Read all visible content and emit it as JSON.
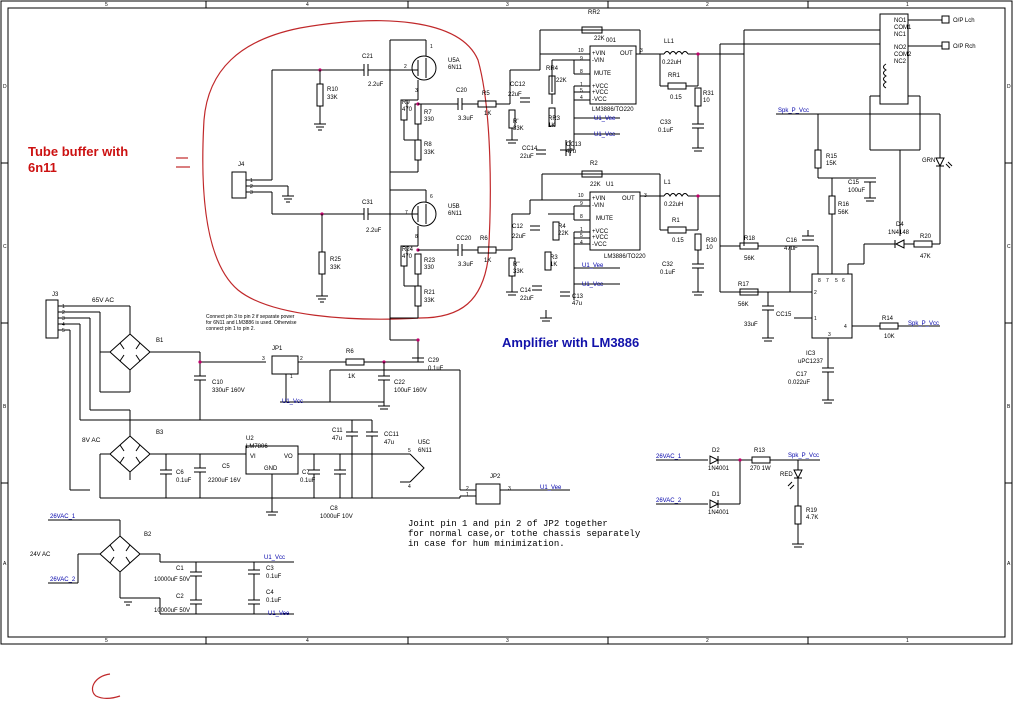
{
  "titles": {
    "tube_line1": "Tube buffer with",
    "tube_line2": "6n11",
    "amp": "Amplifier with LM3886"
  },
  "notes": {
    "pin_note_1": "Connect pin 3 to pin 2 if separate power",
    "pin_note_2": "for 6N11 and LM3886 is used. Otherwise",
    "pin_note_3": "connect pin 1 to pin 2.",
    "jp2_note_1": "Joint pin 1 and pin 2 of JP2 together",
    "jp2_note_2": "for normal case,or tothe chassis separately",
    "jp2_note_3": "in case for hum minimization."
  },
  "frame": {
    "col_labels": [
      "5",
      "4",
      "3",
      "2",
      "1"
    ],
    "row_labels": [
      "D",
      "C",
      "B",
      "A"
    ]
  },
  "components": {
    "J4": "J4",
    "J3": "J3",
    "C21": "C21",
    "C21v": "2.2uF",
    "R10": "R10",
    "R10v": "33K",
    "U5A": "U5A",
    "U5Av": "6N11",
    "R9": "R9",
    "R9v": "470",
    "R7": "R7",
    "R7v": "330",
    "C20": "C20",
    "C20v": "3.3uF",
    "R5": "R5",
    "R5v": "1K",
    "R8": "R8",
    "R8v": "33K",
    "C31": "C31",
    "C31v": "2.2uF",
    "R25": "R25",
    "R25v": "33K",
    "U5B": "U5B",
    "U5Bv": "6N11",
    "R24": "R24",
    "R24v": "470",
    "R23": "R23",
    "R23v": "330",
    "CC20": "CC20",
    "CC20v": "3.3uF",
    "R6b": "R6",
    "R6bv": "1K",
    "R21": "R21",
    "R21v": "33K",
    "RR2": "RR2",
    "RR2v": "22K",
    "U01": "001",
    "LM_top": "LM3886/TO220",
    "LM_bot": "LM3886/TO220",
    "CC12": "CC12",
    "CC12v": "22uF",
    "R_t": "R'",
    "R_tv": "33K",
    "RR4": "RR4",
    "RR4v": "22K",
    "RR3": "RR3",
    "RR3v": "1K",
    "CC13": "CC13",
    "CC13v": "47u",
    "CC14": "CC14",
    "CC14v": "22uF",
    "LL1": "LL1",
    "LL1v": "0.22uH",
    "RR1": "RR1",
    "RR1v": "0.15",
    "R31": "R31",
    "R31v": "10",
    "C33": "C33",
    "C33v": "0.1uF",
    "R2": "R2",
    "R2v": "22K",
    "U1": "U1",
    "C12": "C12",
    "C12v": "22uF",
    "R4": "R4",
    "R4v": "22K",
    "R_b": "R''",
    "R_bv": "33K",
    "R3": "R3",
    "R3v": "1K",
    "C14": "C14",
    "C14v": "22uF",
    "C13": "C13",
    "C13v": "47u",
    "L1": "L1",
    "L1v": "0.22uH",
    "R1": "R1",
    "R1v": "0.15",
    "R30": "R30",
    "R30v": "10",
    "C32": "C32",
    "C32v": "0.1uF",
    "B1": "B1",
    "B3": "B3",
    "B2": "B2",
    "JP1": "JP1",
    "JP2": "JP2",
    "R6": "R6",
    "R6v": "1K",
    "C29": "C29",
    "C29v": "0.1uF",
    "C22": "C22",
    "C22v": "100uF 160V",
    "C10": "C10",
    "C10v": "330uF 160V",
    "C11": "C11",
    "C11v": "47u",
    "CC11": "CC11",
    "CC11v": "47u",
    "U5C": "U5C",
    "U5Cv": "6N11",
    "U2": "U2",
    "U2v": "LM7806",
    "C6": "C6",
    "C6v": "0.1uF",
    "C5": "C5",
    "C5v": "2200uF 16V",
    "C7": "C7",
    "C7v": "0.1uF",
    "C8": "C8",
    "C8v": "1000uF 10V",
    "C1": "C1",
    "C1v": "10000uF 50V",
    "C2": "C2",
    "C2v": "10000uF 50V",
    "C3": "C3",
    "C3v": "0.1uF",
    "C4": "C4",
    "C4v": "0.1uF",
    "R15": "R15",
    "R15v": "15K",
    "C15": "C15",
    "C15v": "100uF",
    "R16": "R16",
    "R16v": "56K",
    "D4": "D4",
    "D4v": "1N4148",
    "R20": "R20",
    "R20v": "47K",
    "R18": "R18",
    "R18v": "56K",
    "C16": "C16",
    "C16v": "47uF",
    "R17": "R17",
    "R17v": "56K",
    "CC15": "CC15",
    "CC15v": "33uF",
    "R14": "R14",
    "R14v": "10K",
    "IC3": "IC3",
    "IC3v": "uPC1237",
    "C17": "C17",
    "C17v": "0.022uF",
    "GRN": "GRN",
    "RED": "RED",
    "D2": "D2",
    "D2v": "1N4001",
    "D1": "D1",
    "D1v": "1N4001",
    "R13": "R13",
    "R13v": "270 1W",
    "R19": "R19",
    "R19v": "4.7K",
    "LM_VI": "VI",
    "LM_VO": "VO",
    "LM_GND": "GND"
  },
  "nets": {
    "u1_vcc": "U1_Vcc",
    "u1_vee": "U1_Vee",
    "spk_vcc": "Spk_P_Vcc",
    "vac_1": "26VAC_1",
    "vac_2": "26VAC_2",
    "v65": "65V AC",
    "v8": "8V AC",
    "v24": "24V AC",
    "op_lch": "O/P Lch",
    "op_rch": "O/P Rch"
  },
  "opamp_pins": {
    "vin_p": "+VIN",
    "vin_m": "-VIN",
    "mute": "MUTE",
    "vcc": "+VCC",
    "vee": "-VCC",
    "out": "OUT"
  },
  "relay_pins": {
    "no1": "NO1",
    "com1": "COM1",
    "nc1": "NC1",
    "no2": "NO2",
    "com2": "COM2",
    "nc2": "NC2"
  }
}
